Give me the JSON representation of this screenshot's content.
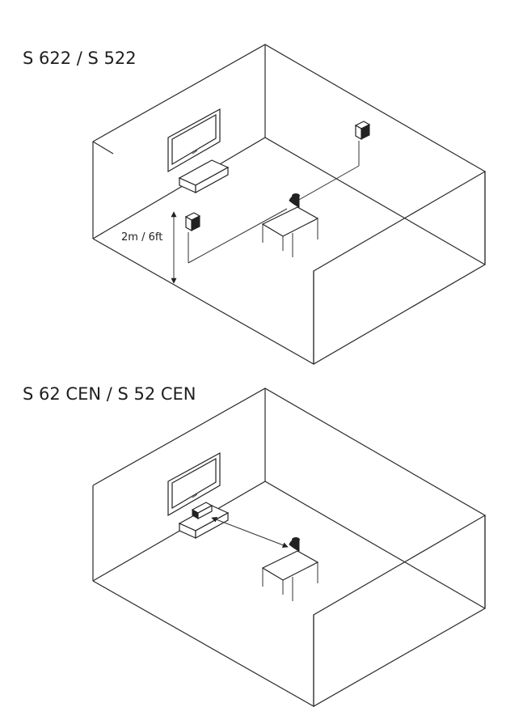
{
  "diagrams": [
    {
      "title": "S 622 / S 522",
      "height_label": "2m / 6ft"
    },
    {
      "title": "S 62 CEN / S 52 CEN"
    }
  ]
}
